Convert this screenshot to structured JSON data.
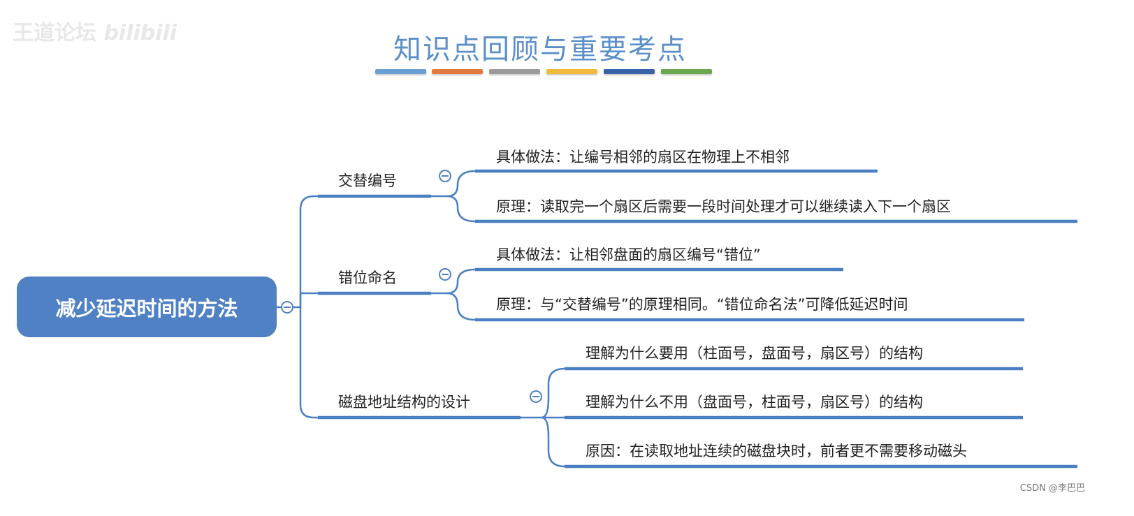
{
  "watermark": "王道论坛 bilibili",
  "title": "知识点回顾与重要考点",
  "title_bar_colors": [
    "#6a9fd4",
    "#e07a3f",
    "#9b9b9b",
    "#f2b83a",
    "#3a62a8",
    "#6aa84f"
  ],
  "line_color": "#4a7fc1",
  "root": {
    "label": "减少延迟时间的方法"
  },
  "branches": [
    {
      "label": "交替编号",
      "leaves": [
        "具体做法：让编号相邻的扇区在物理上不相邻",
        "原理：读取完一个扇区后需要一段时间处理才可以继续读入下一个扇区"
      ]
    },
    {
      "label": "错位命名",
      "leaves": [
        "具体做法：让相邻盘面的扇区编号“错位”",
        "原理：与“交替编号”的原理相同。“错位命名法”可降低延迟时间"
      ]
    },
    {
      "label": "磁盘地址结构的设计",
      "leaves": [
        "理解为什么要用（柱面号，盘面号，扇区号）的结构",
        "理解为什么不用（盘面号，柱面号，扇区号）的结构",
        "原因：在读取地址连续的磁盘块时，前者更不需要移动磁头"
      ]
    }
  ],
  "footer": "CSDN @李巴巴"
}
